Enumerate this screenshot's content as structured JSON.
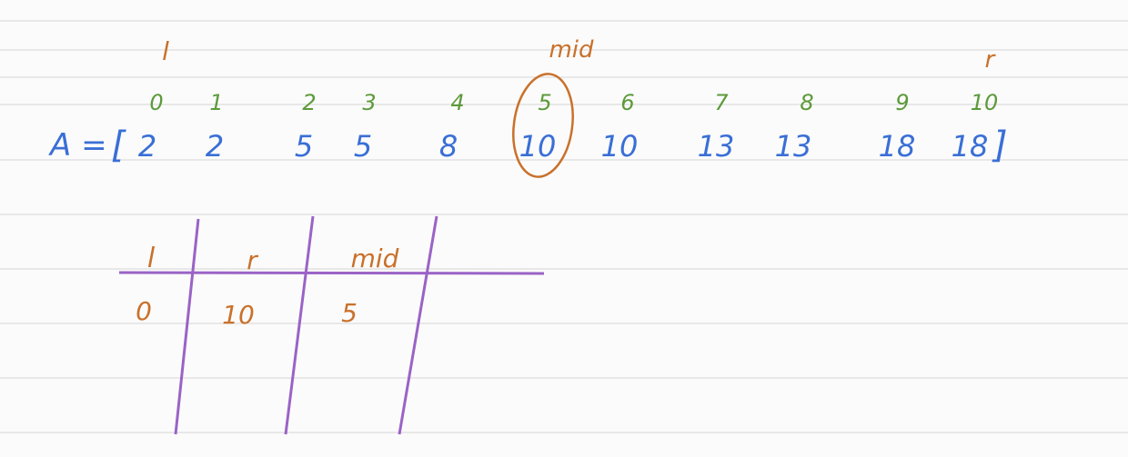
{
  "colors": {
    "paper": "#fbfbfb",
    "rule_line": "#dcdcdc",
    "pointer": "#c9712b",
    "index": "#5c9a3a",
    "array_value": "#3a6fd6",
    "table_line": "#9a63c6",
    "table_value": "#c9712b"
  },
  "array": {
    "label": "A =",
    "open_bracket": "[",
    "close_bracket": "]",
    "indices": [
      "0",
      "1",
      "2",
      "3",
      "4",
      "5",
      "6",
      "7",
      "8",
      "9",
      "10"
    ],
    "values": [
      "2",
      "2",
      "5",
      "5",
      "8",
      "10",
      "10",
      "13",
      "13",
      "18",
      "18"
    ],
    "circled_index": 5
  },
  "pointers": {
    "left": "l",
    "mid": "mid",
    "right": "r"
  },
  "table": {
    "headers": [
      "l",
      "r",
      "mid"
    ],
    "rows": [
      [
        "0",
        "10",
        "5"
      ]
    ]
  }
}
